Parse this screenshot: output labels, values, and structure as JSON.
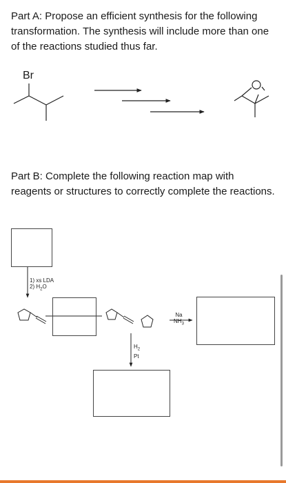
{
  "partA": {
    "text": "Part A: Propose an efficient synthesis for the following transformation. The synthesis will include more than one of the reactions studied thus far.",
    "bromine_label": "Br"
  },
  "partB": {
    "text": "Part B: Complete the following reaction map with reagents or structures to correctly complete the reactions.",
    "reagents_lda": {
      "line1": "1) xs LDA",
      "line2_pre": "2) H",
      "line2_sub": "2",
      "line2_post": "O"
    },
    "reagents_na": {
      "line1": "Na",
      "line2_pre": "NH",
      "line2_sub": "3"
    },
    "reagents_h2": {
      "line1_pre": "H",
      "line1_sub": "2",
      "line2": "Pt"
    }
  },
  "colors": {
    "accent_bar": "#e8782c",
    "scrollbar": "#9a9a9a"
  }
}
